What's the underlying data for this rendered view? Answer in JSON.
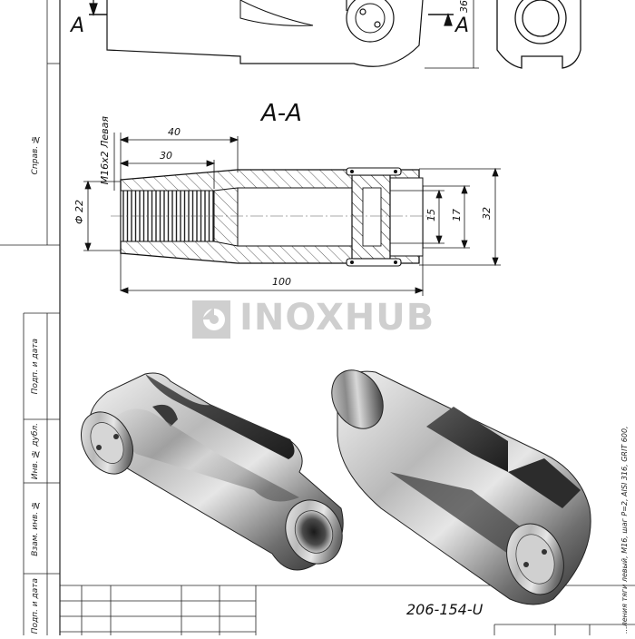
{
  "section": {
    "title": "A-A"
  },
  "view_marks": {
    "left": "A",
    "right": "A"
  },
  "top_view": {
    "height_dim": "36"
  },
  "dimensions": {
    "length_40": "40",
    "length_30": "30",
    "length_100": "100",
    "diameter_22": "Ф 22",
    "thread": "М16х2 Левая",
    "dim_15": "15",
    "dim_17": "17",
    "dim_32": "32"
  },
  "side_stamp": {
    "sprav": "Справ. №",
    "podp_data_1": "Подп. и дата",
    "inv_dubl": "Инв. № дубл.",
    "vzam_inv": "Взам. инв. №",
    "podp_data_2": "Подп. и дата"
  },
  "watermark": {
    "text": "INOXHUB"
  },
  "title_block": {
    "drawing_number": "206-154-U"
  },
  "right_note": "...ления тяги левый, М16, шаг Р=2, AISI 316, GRIT 600,"
}
